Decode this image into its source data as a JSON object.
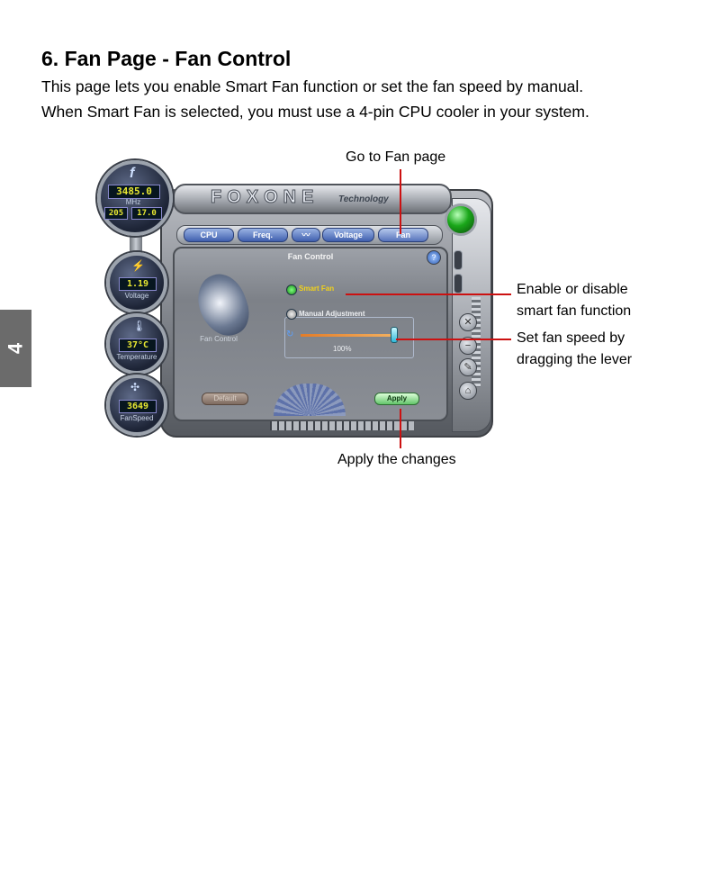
{
  "page": {
    "heading": "6. Fan Page - Fan Control",
    "paragraph_1": "This page lets you enable Smart Fan function or set the fan speed by manual.",
    "paragraph_2": "When Smart Fan is selected, you must use a 4-pin CPU cooler in your system.",
    "side_tab": "4"
  },
  "callouts": {
    "go_to_fan": "Go to Fan page",
    "enable_line1": "Enable or disable",
    "enable_line2": "smart fan function",
    "speed_line1": "Set fan speed by",
    "speed_line2": "dragging the lever",
    "apply": "Apply the changes"
  },
  "app": {
    "brand": "FOXONE",
    "brand_sub": "Technology",
    "gauges": {
      "cpu_freq": "3485.0",
      "mhz_label": "MHz",
      "fsb": "205",
      "multiplier": "17.0",
      "voltage": "1.19",
      "voltage_label": "Voltage",
      "temperature": "37°C",
      "temperature_label": "Temperature",
      "fan_speed": "3649",
      "fan_label": "FanSpeed"
    },
    "tabs": [
      "CPU",
      "Freq.",
      "",
      "Voltage",
      "Fan"
    ],
    "panel_title": "Fan Control",
    "panel_logo_label": "Fan Control",
    "smart_fan_label": "Smart Fan",
    "manual_label": "Manual Adjustment",
    "slider_percent_label": "100%",
    "slider_value": 1.0,
    "default_button": "Default",
    "apply_button": "Apply"
  },
  "colors": {
    "callout_line": "#cc1111",
    "lcd_text": "#e8e832",
    "smart_fan_text": "#f2d21a",
    "tab_bg": "#4a6bbd"
  }
}
